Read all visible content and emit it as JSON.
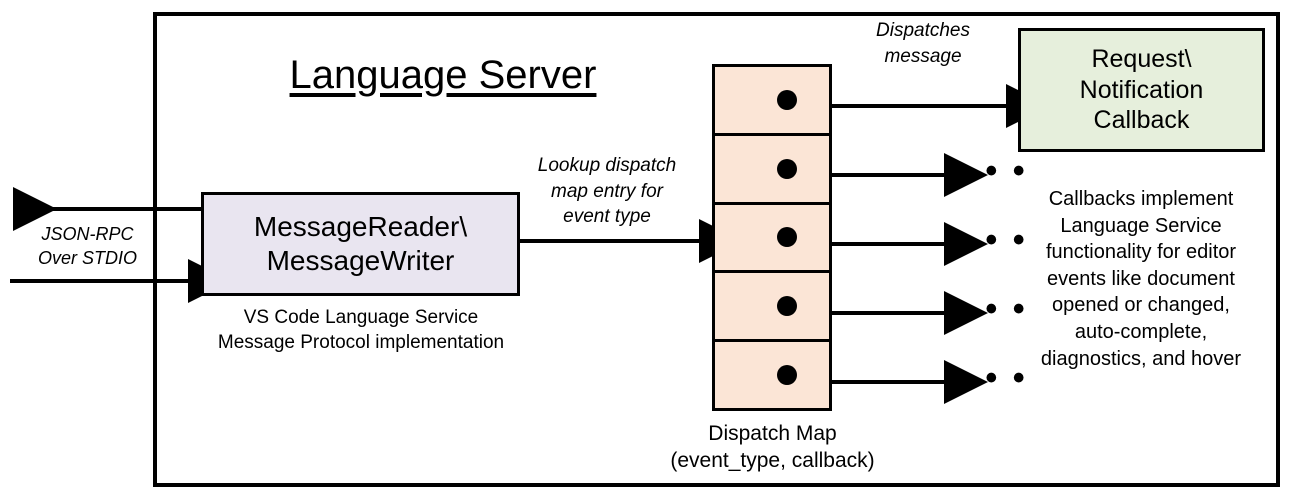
{
  "diagram": {
    "title": "Language Server",
    "outer_border_color": "#000000",
    "background": "#ffffff"
  },
  "io": {
    "label": "JSON-RPC\nOver STDIO",
    "outbound_arrow_name": "outbound-jsonrpc-arrow",
    "inbound_arrow_name": "inbound-jsonrpc-arrow"
  },
  "message_io": {
    "box_label": "MessageReader\\\nMessageWriter",
    "caption": "VS Code Language Service\nMessage Protocol implementation",
    "fill": "#e9e5f0",
    "stroke": "#000000"
  },
  "lookup": {
    "label": "Lookup dispatch\nmap entry for\nevent type"
  },
  "dispatch_map": {
    "caption": "Dispatch Map\n(event_type, callback)",
    "fill": "#fbe5d6",
    "stroke": "#000000",
    "row_count": 5,
    "rows": [
      {
        "index": 1,
        "dot": "●",
        "target": "callback-box"
      },
      {
        "index": 2,
        "dot": "●",
        "target": "ellipsis"
      },
      {
        "index": 3,
        "dot": "●",
        "target": "ellipsis"
      },
      {
        "index": 4,
        "dot": "●",
        "target": "ellipsis"
      },
      {
        "index": 5,
        "dot": "●",
        "target": "ellipsis"
      }
    ],
    "ellipsis_text": "• • •",
    "ellipsis_count": 4
  },
  "dispatches": {
    "label": "Dispatches\nmessage"
  },
  "callback": {
    "box_label": "Request\\\nNotification\nCallback",
    "fill": "#e6efdc",
    "stroke": "#000000",
    "description": "Callbacks implement\nLanguage Service\nfunctionality for editor\nevents like document\nopened or changed,\nauto-complete,\ndiagnostics, and hover"
  }
}
